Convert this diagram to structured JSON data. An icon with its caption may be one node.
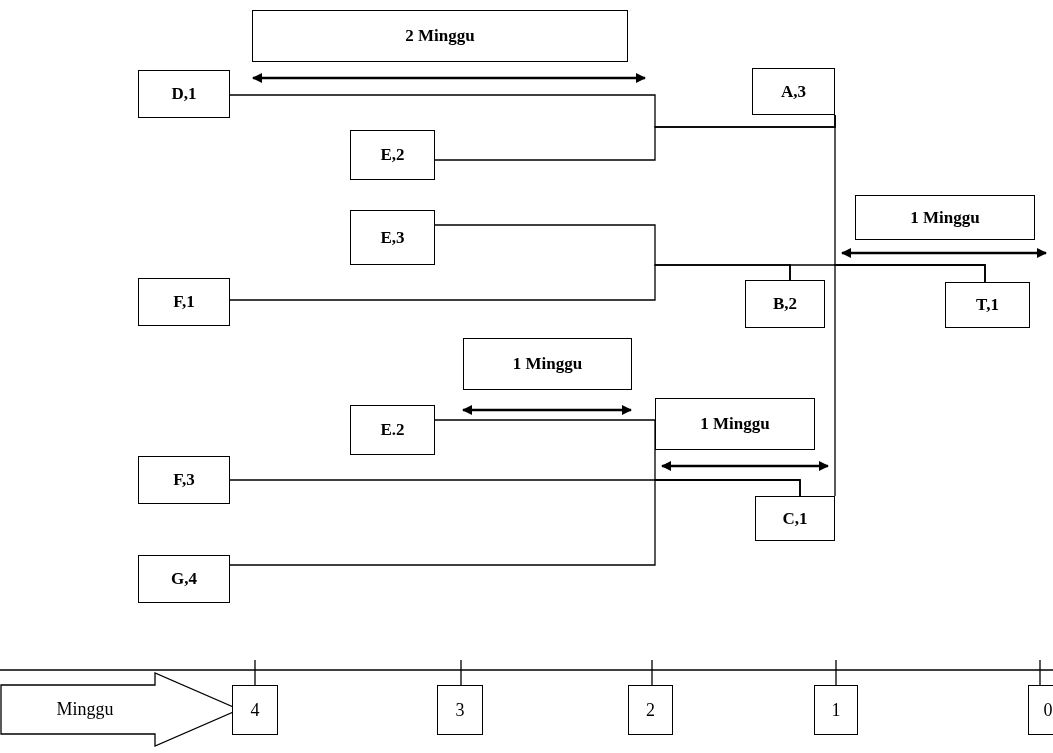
{
  "diagram": {
    "nodes": [
      {
        "text": [
          "2 Minggu"
        ]
      },
      {
        "text": [
          "D,1"
        ]
      },
      {
        "text": [
          "A,3"
        ]
      },
      {
        "text": [
          "E,2"
        ]
      },
      {
        "text": [
          "1 Minggu"
        ]
      },
      {
        "text": [
          "E,3"
        ]
      },
      {
        "text": [
          "F,1"
        ]
      },
      {
        "text": [
          "B,2"
        ]
      },
      {
        "text": [
          "T,1"
        ]
      },
      {
        "text": [
          "1 Minggu"
        ]
      },
      {
        "text": [
          "E.2"
        ]
      },
      {
        "text": [
          "1 Minggu"
        ]
      },
      {
        "text": [
          "F,3"
        ]
      },
      {
        "text": [
          "C,1"
        ]
      },
      {
        "text": [
          "G,4"
        ]
      },
      {
        "text": [
          "Minggu"
        ]
      },
      {
        "text": [
          "4"
        ]
      },
      {
        "text": [
          "3"
        ]
      },
      {
        "text": [
          "2"
        ]
      },
      {
        "text": [
          "1"
        ]
      },
      {
        "text": [
          "0"
        ]
      }
    ],
    "edges": [
      {
        "from": 1,
        "to": 2,
        "arrow": "none"
      },
      {
        "from": 3,
        "to": 2,
        "arrow": "none"
      },
      {
        "from": 5,
        "to": 7,
        "arrow": "none"
      },
      {
        "from": 6,
        "to": 7,
        "arrow": "none"
      },
      {
        "from": 10,
        "to": 13,
        "arrow": "none"
      },
      {
        "from": 12,
        "to": 13,
        "arrow": "none"
      },
      {
        "from": 14,
        "to": 13,
        "arrow": "none"
      },
      {
        "from": 2,
        "to": 8,
        "arrow": "none"
      },
      {
        "from": 7,
        "to": 8,
        "arrow": "none"
      },
      {
        "from": 13,
        "to": 8,
        "arrow": "none"
      }
    ]
  }
}
